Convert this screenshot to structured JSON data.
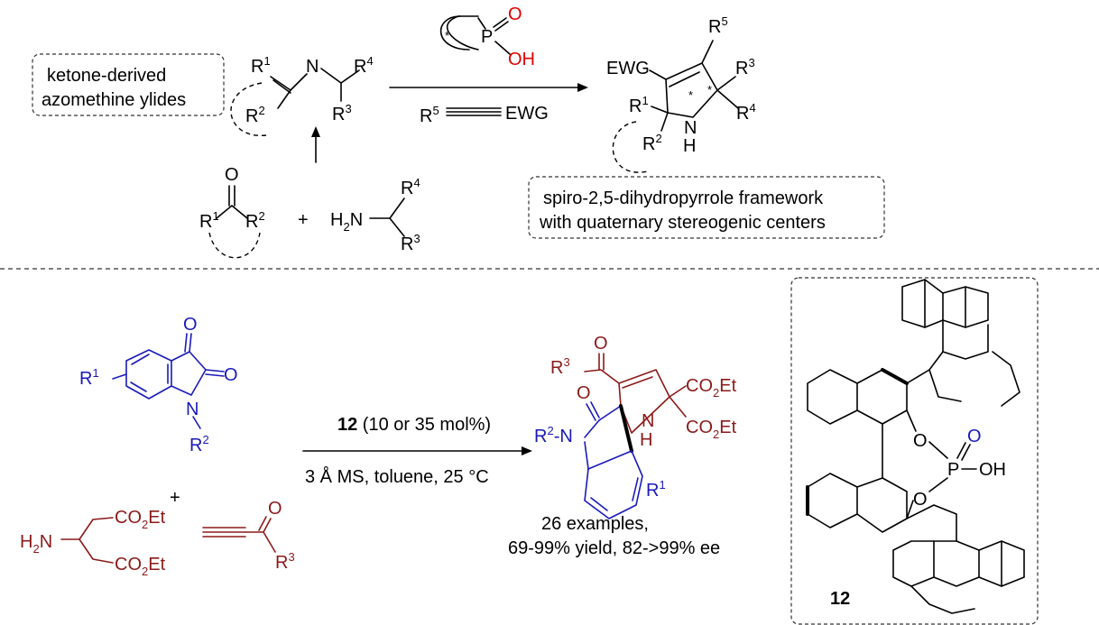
{
  "top": {
    "box_ylides_line1": "ketone-derived",
    "box_ylides_line2": "azomethine ylides",
    "box_product_line1": "spiro-2,5-dihydropyrrole framework",
    "box_product_line2": "with quaternary stereogenic centers",
    "alkyne_left": "R",
    "alkyne_left_sup": "5",
    "alkyne_right": "EWG",
    "product_ewg": "EWG",
    "catalyst_P": "P",
    "catalyst_O": "O",
    "catalyst_OH": "OH",
    "star": "*"
  },
  "bottom": {
    "conditions_catalyst_num": "12",
    "conditions_catalyst_rest": " (10 or 35 mol%)",
    "conditions_line2": "3 Å MS, toluene, 25 °C",
    "results_line1": "26 examples,",
    "results_line2": "69-99% yield, 82->99% ee",
    "catalyst_label": "12",
    "co2et": "CO",
    "co2et_sub": "2",
    "co2et_tail": "Et",
    "plus": "+"
  },
  "colors": {
    "blue": "#1a1ab8",
    "red": "#8b1a1a",
    "bright_red": "#e00000"
  }
}
